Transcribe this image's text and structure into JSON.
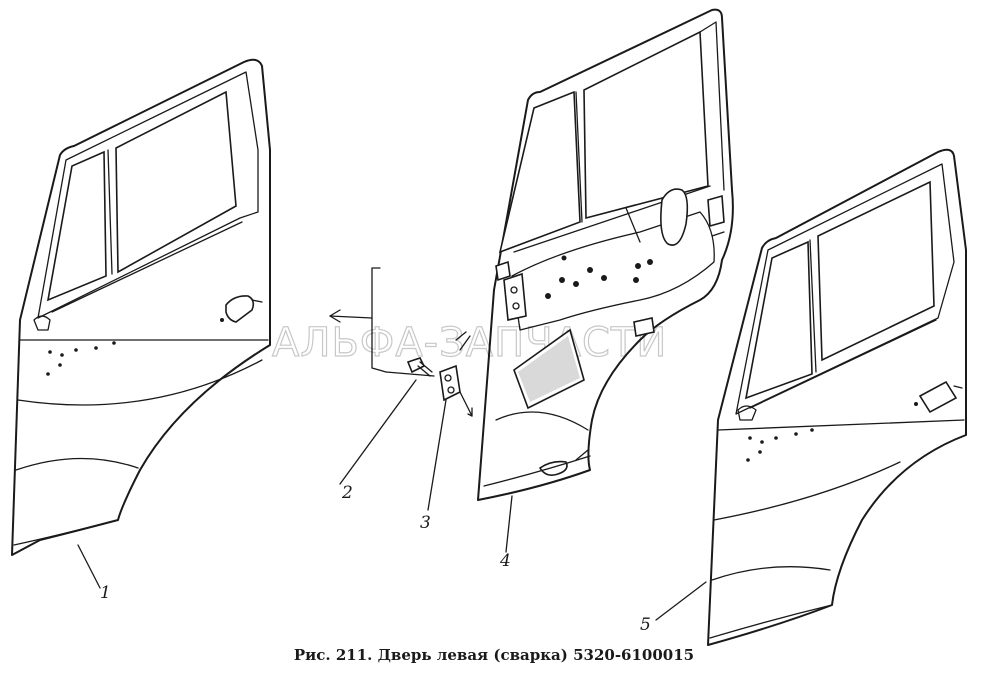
{
  "figure": {
    "caption": "Рис. 211. Дверь левая (сварка) 5320-6100015",
    "watermark": "АЛЬФА-ЗАПЧАСТИ"
  },
  "callouts": [
    {
      "id": "1",
      "text": "1"
    },
    {
      "id": "2",
      "text": "2"
    },
    {
      "id": "3",
      "text": "3"
    },
    {
      "id": "4",
      "text": "4"
    },
    {
      "id": "5",
      "text": "5"
    }
  ],
  "style": {
    "line_color": "#1a1a1a",
    "watermark_color": "#c8c8c8"
  }
}
